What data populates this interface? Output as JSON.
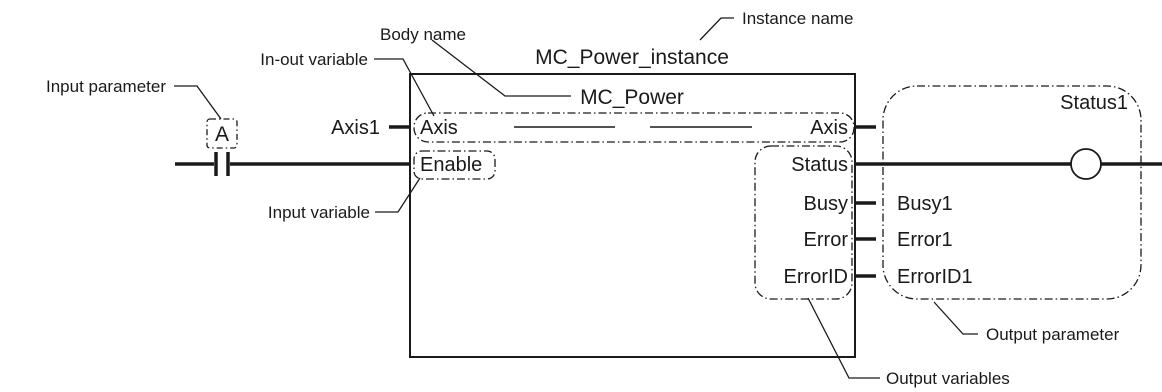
{
  "instance": {
    "name": "MC_Power_instance",
    "body_name": "MC_Power"
  },
  "pins": {
    "in_axis": "Axis",
    "in_enable": "Enable",
    "out_axis": "Axis",
    "out_status": "Status",
    "out_busy": "Busy",
    "out_error": "Error",
    "out_errorid": "ErrorID"
  },
  "params": {
    "axis_in": "Axis1",
    "contact": "A",
    "status": "Status1",
    "busy": "Busy1",
    "error": "Error1",
    "errorid": "ErrorID1"
  },
  "callouts": {
    "instance_name": "Instance name",
    "body_name": "Body name",
    "inout_variable": "In-out variable",
    "input_parameter": "Input parameter",
    "input_variable": "Input variable",
    "output_parameter": "Output parameter",
    "output_variables": "Output variables"
  },
  "colors": {
    "line": "#1a1a1a",
    "background": "#ffffff"
  }
}
